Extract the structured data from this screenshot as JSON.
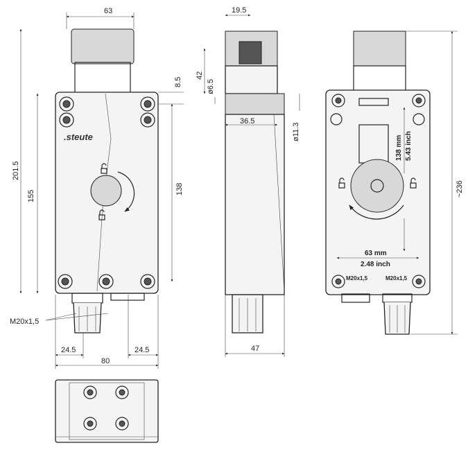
{
  "brand": ".steute",
  "front_view": {
    "width_top": "63",
    "height_total": "201.5",
    "height_holes": "155",
    "height_holes_right": "138",
    "offset_top": "8.5",
    "thread_label": "M20x1,5",
    "gland_offset_left": "24.5",
    "gland_offset_right": "24.5",
    "width_bottom": "80"
  },
  "side_view": {
    "width_top": "19.5",
    "height_42": "42",
    "hole_dia": "ø6.5",
    "depth_36_5": "36.5",
    "dia_11_3": "ø11.3",
    "width_bottom": "47"
  },
  "back_view": {
    "dim_vertical": "138 mm",
    "dim_vertical_inch": "5.43 inch",
    "dim_horizontal": "63 mm",
    "dim_horizontal_inch": "2.48 inch",
    "thread_left": "M20x1,5",
    "thread_right": "M20x1,5",
    "height_total": "~236"
  }
}
